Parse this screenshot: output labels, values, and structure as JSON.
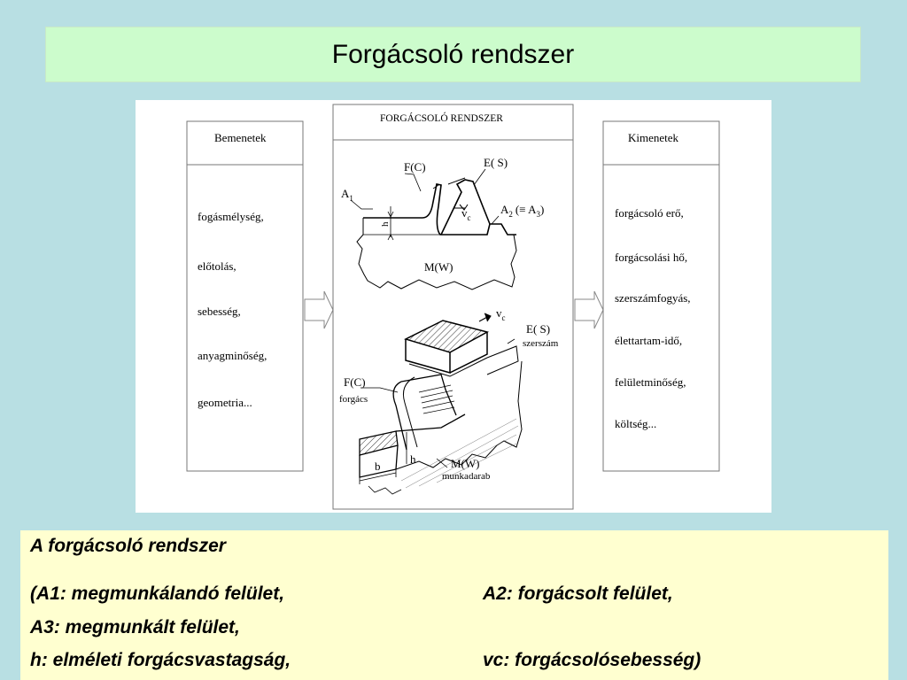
{
  "slide": {
    "title": "Forgácsoló rendszer"
  },
  "diagram": {
    "inputs_header": "Bemenetek",
    "inputs": [
      "fogásmélység,",
      "előtolás,",
      "sebesség,",
      "anyagminőség,",
      "geometria..."
    ],
    "system_header": "FORGÁCSOLÓ RENDSZER",
    "outputs_header": "Kimenetek",
    "outputs": [
      "forgácsoló erő,",
      "forgácsolási hő,",
      "szerszámfogyás,",
      "élettartam-idő,",
      "felületminőség,",
      "költség..."
    ],
    "upper": {
      "fc": "F(C)",
      "es": "E( S)",
      "a1": "A",
      "a1_sub": "1",
      "a2": "A",
      "a2_sub": "2",
      "a3": "(≡ A",
      "a3_sub": "3",
      "a3_close": ")",
      "vc": "v",
      "vc_sub": "c",
      "h": "h",
      "mw": "M(W)"
    },
    "lower": {
      "vc": "v",
      "vc_sub": "c",
      "es": "E( S)",
      "szerszam": "szerszám",
      "fc": "F(C)",
      "forgacs": "forgács",
      "h": "h",
      "b": "b",
      "mw": "M(W)",
      "munkadarab": "munkadarab"
    }
  },
  "caption": {
    "title": "A forgácsoló rendszer",
    "a1": "(A1: megmunkálandó felület,",
    "a2": "A2: forgácsolt felület,",
    "a3": "A3: megmunkált felület,",
    "h": "h: elméleti forgácsvastagság,",
    "vc": "vc: forgácsolósebesség)"
  },
  "colors": {
    "background": "#b8dfe3",
    "title_bar": "#ccfccc",
    "caption_box": "#ffffd0"
  }
}
